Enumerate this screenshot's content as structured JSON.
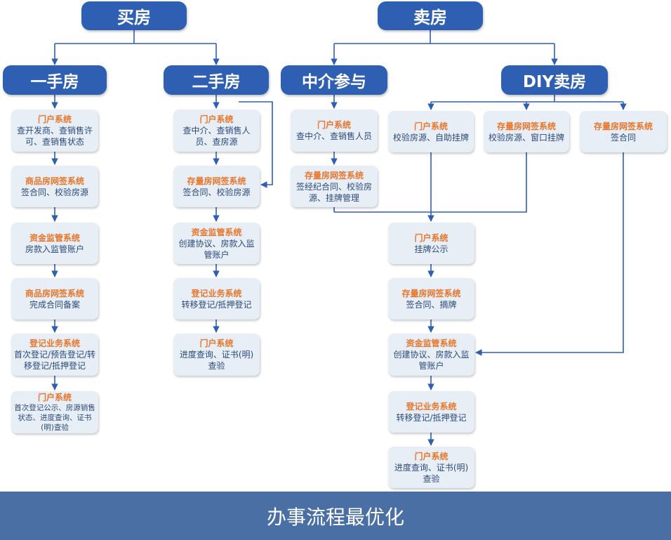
{
  "headers": {
    "buy": "买房",
    "sell": "卖房",
    "new_house": "一手房",
    "second_hand": "二手房",
    "agency": "中介参与",
    "diy": "DIY卖房"
  },
  "col_new": [
    {
      "title": "门户系统",
      "desc": "查开发商、查销售许可、查销售状态"
    },
    {
      "title": "商品房网签系统",
      "desc": "签合同、校验房源"
    },
    {
      "title": "资金监管系统",
      "desc": "房款入监管账户"
    },
    {
      "title": "商品房网签系统",
      "desc": "完成合同备案"
    },
    {
      "title": "登记业务系统",
      "desc": "首次登记/预告登记/转移登记/抵押登记"
    },
    {
      "title": "门户系统",
      "desc": "首次登记公示、房源销售状态、进度查询、证书(明)查验"
    }
  ],
  "col_second": [
    {
      "title": "门户系统",
      "desc": "查中介、查销售人员、查房源"
    },
    {
      "title": "存量房网签系统",
      "desc": "签合同、校验房源"
    },
    {
      "title": "资金监管系统",
      "desc": "创建协议、房款入监管账户"
    },
    {
      "title": "登记业务系统",
      "desc": "转移登记/抵押登记"
    },
    {
      "title": "门户系统",
      "desc": "进度查询、证书(明)查验"
    }
  ],
  "col_agency": [
    {
      "title": "门户系统",
      "desc": "查中介、查销售人员"
    },
    {
      "title": "存量房网签系统",
      "desc": "签经纪合同、校验房源、挂牌管理"
    }
  ],
  "diy_top": [
    {
      "title": "门户系统",
      "desc": "校验房源、自助挂牌"
    },
    {
      "title": "存量房网签系统",
      "desc": "校验房源、窗口挂牌"
    },
    {
      "title": "存量房网签系统",
      "desc": "签合同"
    }
  ],
  "col_sell_main": [
    {
      "title": "门户系统",
      "desc": "挂牌公示"
    },
    {
      "title": "存量房网签系统",
      "desc": "签合同、摘牌"
    },
    {
      "title": "资金监管系统",
      "desc": "创建协议、房款入监管账户"
    },
    {
      "title": "登记业务系统",
      "desc": "转移登记/抵押登记"
    },
    {
      "title": "门户系统",
      "desc": "进度查询、证书(明)查验"
    }
  ],
  "footer": "办事流程最优化",
  "colors": {
    "header_bg": "#2f5fb3",
    "box_bg": "#e8eef6",
    "title_orange": "#e8762b",
    "desc_blue": "#2a4a7a",
    "line": "#2f5fb3",
    "banner_bg": "#4a6fa5"
  }
}
